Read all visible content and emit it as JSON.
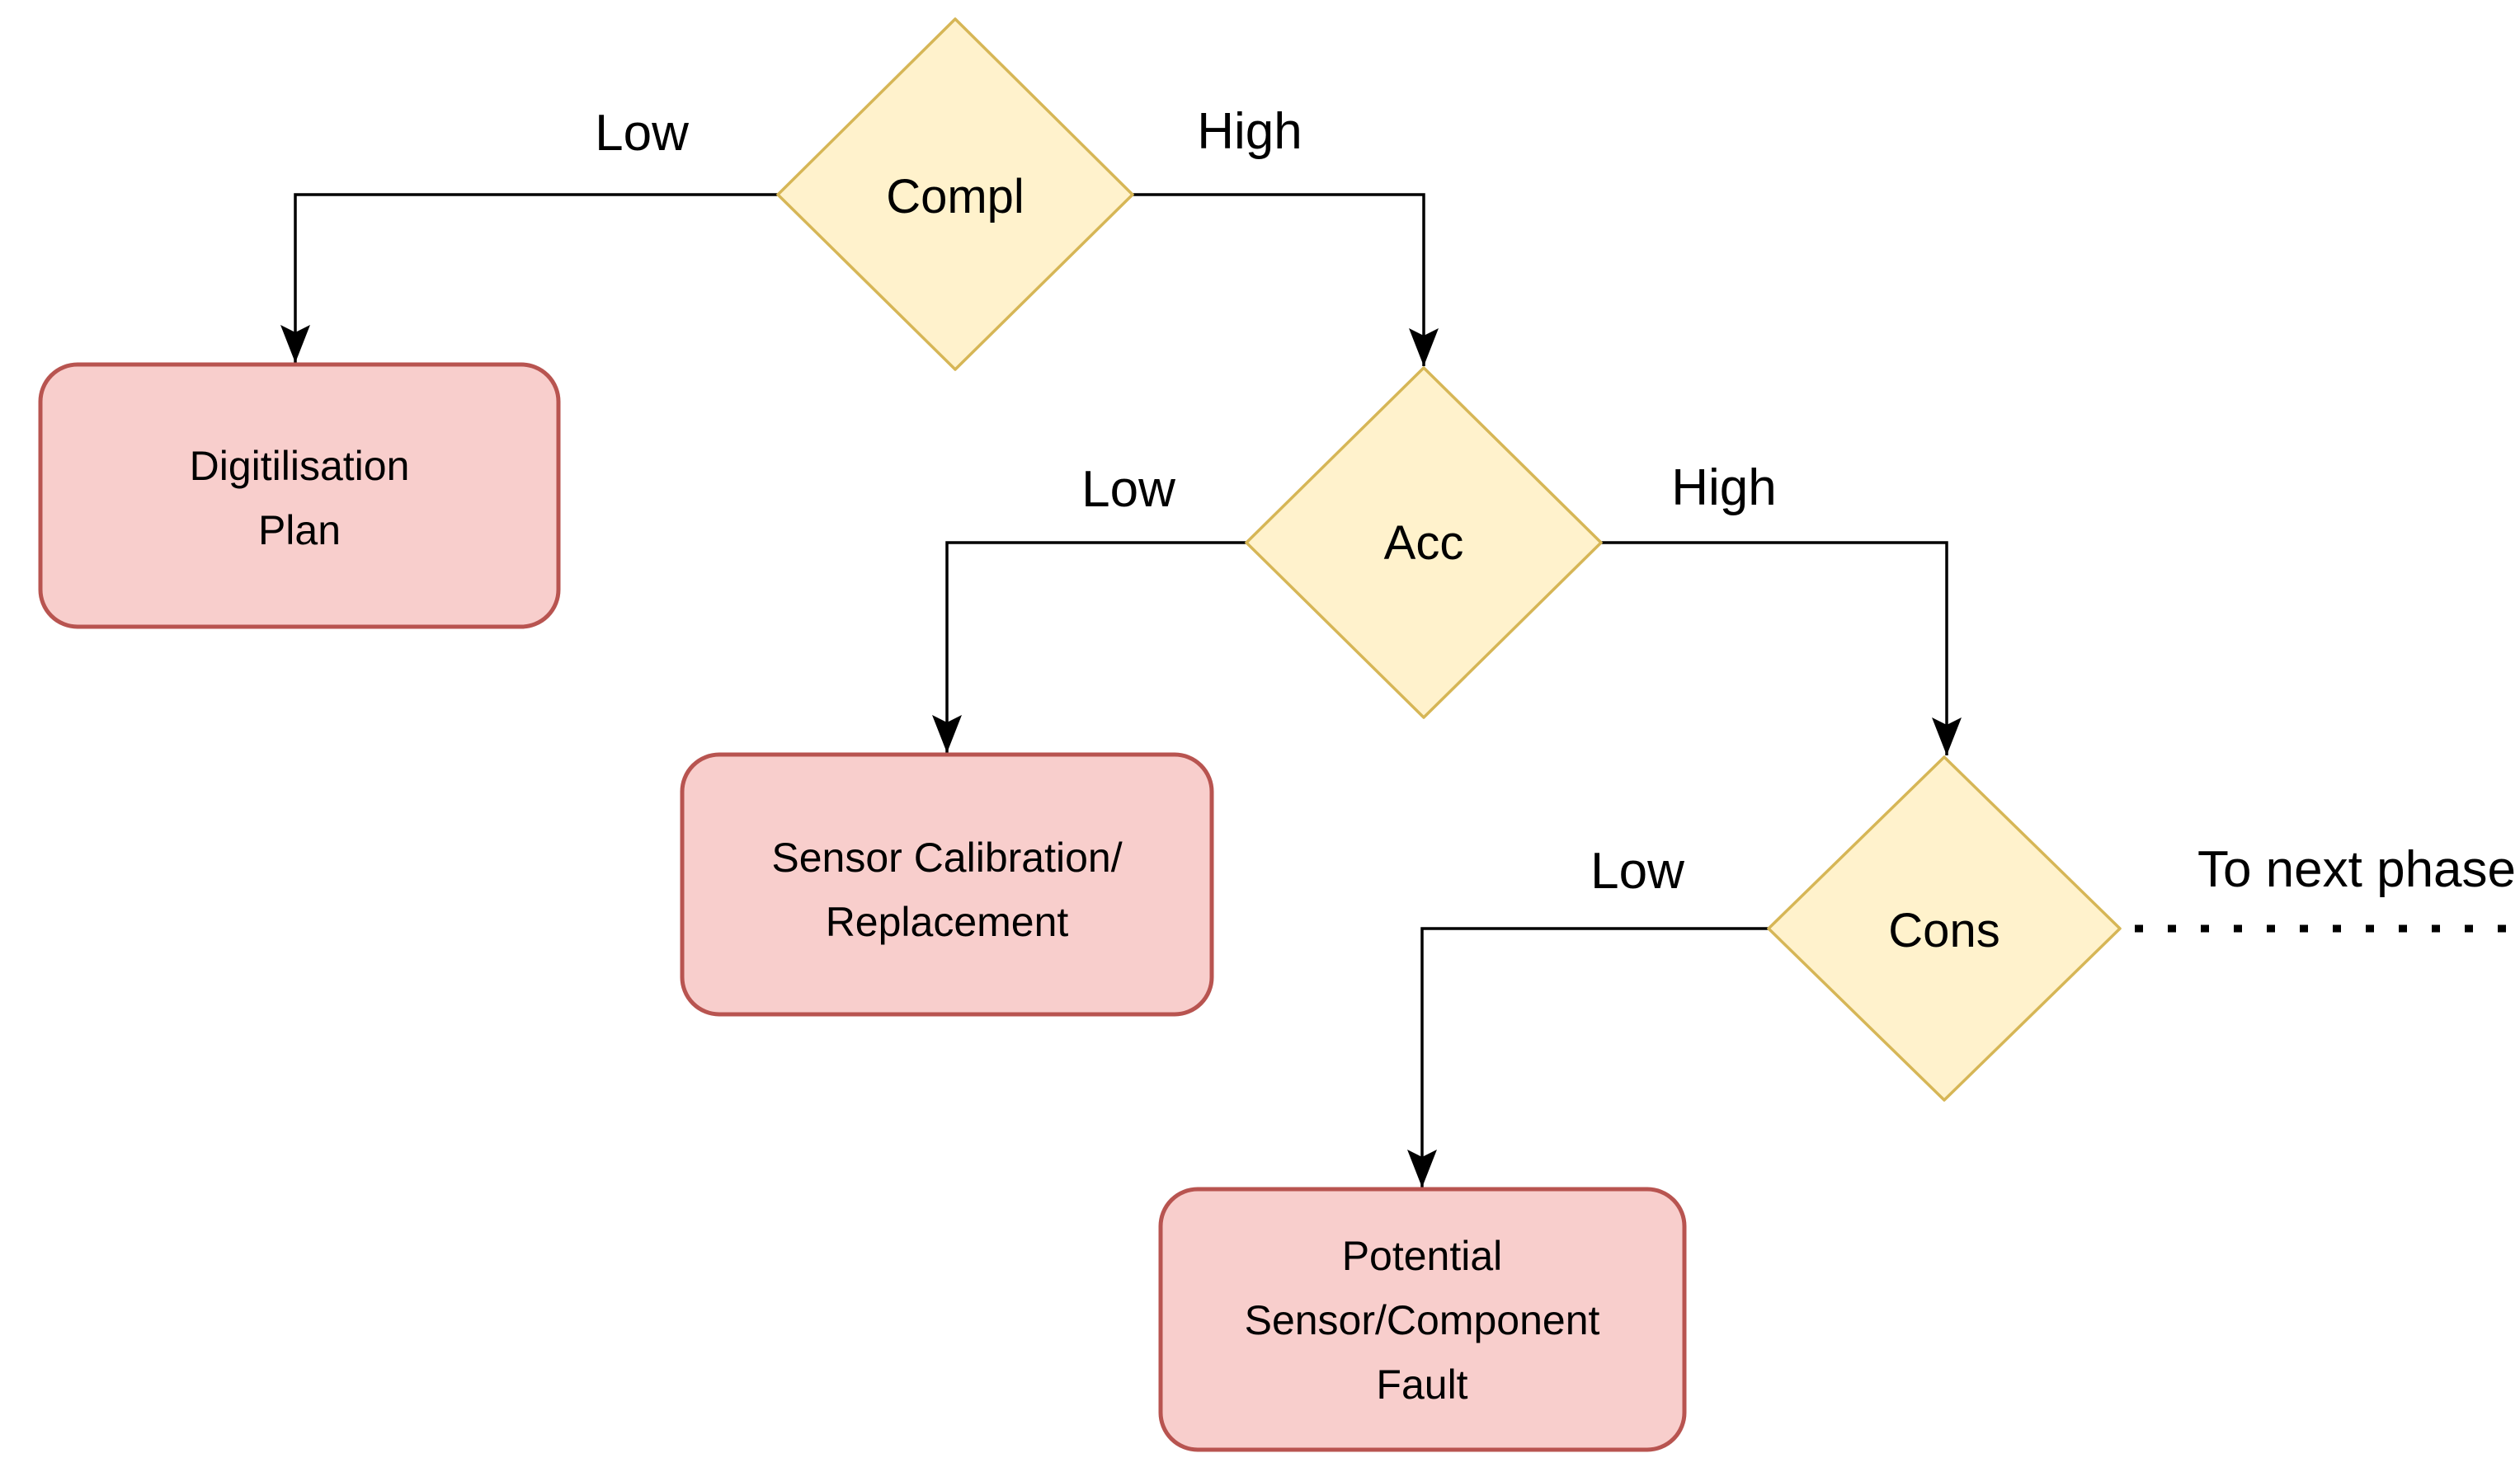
{
  "colors": {
    "canvas_bg": "#ffffff",
    "decision_fill": "#fff2cc",
    "decision_stroke": "#d6b656",
    "action_fill": "#f8cecc",
    "action_stroke": "#b85450",
    "line_color": "#000000",
    "text_color": "#000000"
  },
  "flowchart": {
    "decisions": [
      {
        "label": "Compl"
      },
      {
        "label": "Acc"
      },
      {
        "label": "Cons"
      }
    ],
    "actions": [
      {
        "lines": [
          "Digitilisation",
          "Plan"
        ]
      },
      {
        "lines": [
          "Sensor Calibration/",
          "Replacement"
        ]
      },
      {
        "lines": [
          "Potential",
          "Sensor/Component",
          "Fault"
        ]
      }
    ],
    "edges": [
      {
        "from": "Compl",
        "to": "Digitilisation Plan",
        "label": "Low"
      },
      {
        "from": "Compl",
        "to": "Acc",
        "label": "High"
      },
      {
        "from": "Acc",
        "to": "Sensor Calibration/Replacement",
        "label": "Low"
      },
      {
        "from": "Acc",
        "to": "Cons",
        "label": "High"
      },
      {
        "from": "Cons",
        "to": "Potential Sensor/Component Fault",
        "label": "Low"
      },
      {
        "from": "Cons",
        "to": "next phase",
        "label": "To next phase",
        "style": "dotted"
      }
    ]
  }
}
